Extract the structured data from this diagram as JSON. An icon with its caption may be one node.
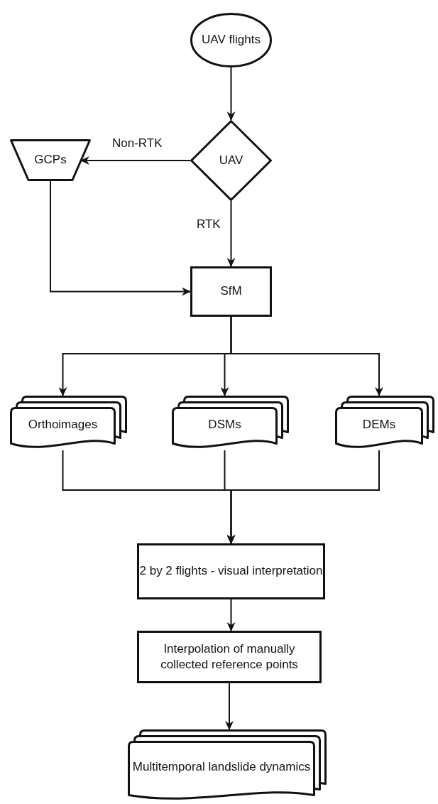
{
  "diagram": {
    "nodes": [
      {
        "text": [
          "UAV flights"
        ]
      },
      {
        "text": [
          "UAV"
        ]
      },
      {
        "text": [
          "GCPs"
        ]
      },
      {
        "text": [
          "SfM"
        ]
      },
      {
        "text": [
          "Orthoimages"
        ]
      },
      {
        "text": [
          "DSMs"
        ]
      },
      {
        "text": [
          "DEMs"
        ]
      },
      {
        "text": [
          "2 by 2 flights - visual interpretation"
        ]
      },
      {
        "text": [
          "Interpolation of manually collected reference points"
        ]
      },
      {
        "text": [
          "Multitemporal landslide dynamics"
        ]
      }
    ],
    "edges": [
      {
        "from": 0,
        "to": 1,
        "arrow": "to"
      },
      {
        "from": 1,
        "to": 2,
        "arrow": "to",
        "label": "Non-RTK"
      },
      {
        "from": 1,
        "to": 3,
        "arrow": "to",
        "label": "RTK"
      },
      {
        "from": 2,
        "to": 3,
        "arrow": "to"
      },
      {
        "from": 3,
        "to": 4,
        "arrow": "to"
      },
      {
        "from": 3,
        "to": 5,
        "arrow": "to"
      },
      {
        "from": 3,
        "to": 6,
        "arrow": "to"
      },
      {
        "from": 4,
        "to": 7,
        "arrow": "to"
      },
      {
        "from": 5,
        "to": 7,
        "arrow": "to"
      },
      {
        "from": 6,
        "to": 7,
        "arrow": "to"
      },
      {
        "from": 7,
        "to": 8,
        "arrow": "to"
      },
      {
        "from": 8,
        "to": 9,
        "arrow": "to"
      }
    ]
  }
}
